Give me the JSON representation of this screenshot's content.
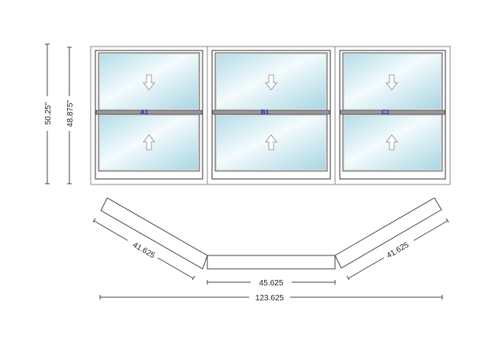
{
  "elevation": {
    "overall_height_label": "50.25\"",
    "frame_height_label": "48.875\"",
    "units": [
      {
        "id": "A1",
        "label": "A1",
        "type": "double-hung",
        "top_sash_arrow": "down",
        "bottom_sash_arrow": "up"
      },
      {
        "id": "B1",
        "label": "B1",
        "type": "double-hung",
        "top_sash_arrow": "down",
        "bottom_sash_arrow": "up"
      },
      {
        "id": "C1",
        "label": "C1",
        "type": "double-hung",
        "top_sash_arrow": "down",
        "bottom_sash_arrow": "up"
      }
    ]
  },
  "plan": {
    "left_flanker_label": "41.625",
    "center_label": "45.625",
    "right_flanker_label": "41.625",
    "overall_width_label": "123.625"
  },
  "colors": {
    "glass_light": "#eef8fb",
    "glass_dark": "#b5dde8",
    "frame_line": "#555555",
    "label_blue": "#1a2fd0",
    "dim_line": "#333333"
  }
}
